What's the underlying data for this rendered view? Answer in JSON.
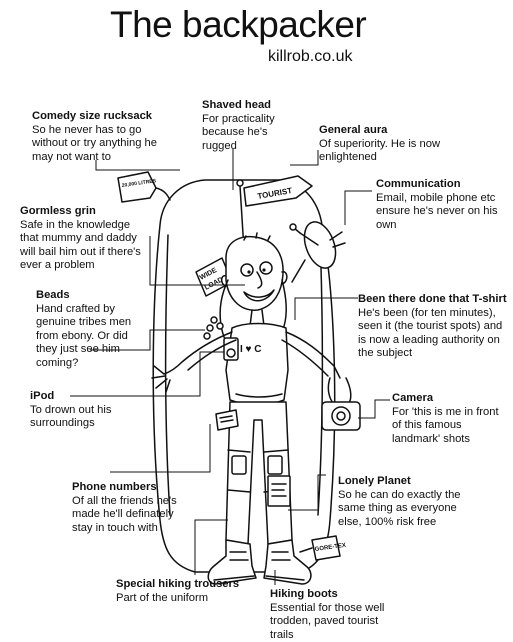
{
  "title": "The backpacker",
  "site": "killrob.co.uk",
  "labels": {
    "rucksack": {
      "heading": "Comedy size rucksack",
      "desc": "So he never has to go without or try anything he may not want to"
    },
    "head": {
      "heading": "Shaved head",
      "desc": "For practicality because he's rugged"
    },
    "aura": {
      "heading": "General aura",
      "desc": "Of superiority. He is now enlightened"
    },
    "comm": {
      "heading": "Communication",
      "desc": "Email, mobile phone etc ensure he's never on his own"
    },
    "grin": {
      "heading": "Gormless grin",
      "desc": "Safe in the knowledge that mummy and daddy will bail him out if there's ever a problem"
    },
    "beads": {
      "heading": "Beads",
      "desc": "Hand crafted by genuine tribes men from ebony. Or did they just see him coming?"
    },
    "tshirt": {
      "heading": "Been there done that T-shirt",
      "desc": "He's been (for ten minutes), seen it (the tourist spots) and is now a leading authority on the subject"
    },
    "ipod": {
      "heading": "iPod",
      "desc": "To drown out his surroundings"
    },
    "camera": {
      "heading": "Camera",
      "desc": "For 'this is me in front of this famous landmark' shots"
    },
    "phone": {
      "heading": "Phone numbers",
      "desc": "Of all the friends he's made he'll definately stay in touch with"
    },
    "planet": {
      "heading": "Lonely Planet",
      "desc": "So he can do exactly the same thing as everyone else, 100% risk free"
    },
    "trousers": {
      "heading": "Special hiking trousers",
      "desc": "Part of the uniform"
    },
    "boots": {
      "heading": "Hiking boots",
      "desc": "Essential for those well trodden, paved tourist trails"
    }
  },
  "drawing_text": {
    "tourist_flag": "TOURIST",
    "wide_load": "WIDE LOAD",
    "luggage_tag": "20,000 LITRES",
    "boot_tag": "GORE-TEX",
    "tshirt_print": "I ♥ C"
  }
}
